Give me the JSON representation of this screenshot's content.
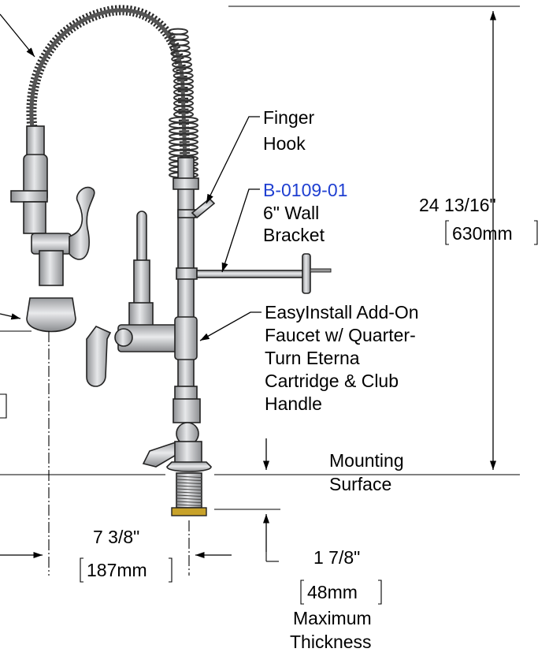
{
  "callouts": {
    "finger_hook": [
      "Finger",
      "Hook"
    ],
    "wall_bracket_part": "B-0109-01",
    "wall_bracket": [
      "6\" Wall",
      "Bracket"
    ],
    "add_on_faucet": [
      "EasyInstall Add-On",
      "Faucet w/ Quarter-",
      "Turn Eterna",
      "Cartridge & Club",
      "Handle"
    ],
    "mounting_surface": [
      "Mounting",
      "Surface"
    ]
  },
  "dimensions": {
    "height_in": "24 13/16\"",
    "height_mm": "630mm",
    "reach_in": "7 3/8\"",
    "reach_mm": "187mm",
    "thickness_in": "1 7/8\"",
    "thickness_mm": "48mm",
    "thickness_note": [
      "Maximum",
      "Thickness"
    ]
  },
  "colors": {
    "link": "#1f3fd1",
    "metal_fill": "#c9cacc",
    "hose": "#2b2b2b",
    "brass": "#c8a22a"
  }
}
